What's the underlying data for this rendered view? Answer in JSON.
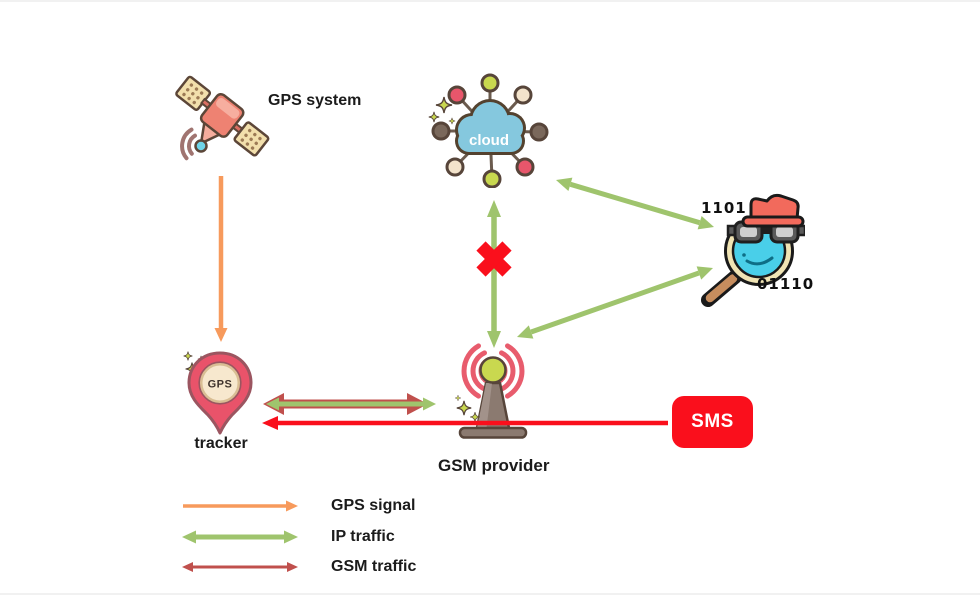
{
  "diagram": {
    "nodes": {
      "gps_system": {
        "label": "GPS system",
        "icon": "satellite-icon"
      },
      "cloud": {
        "label": "cloud",
        "icon": "cloud-network-icon"
      },
      "hacker": {
        "binary_top": "1101",
        "binary_bottom": "01110",
        "icon": "spy-magnifier-icon"
      },
      "tracker": {
        "label": "tracker",
        "pin_text": "GPS",
        "icon": "gps-pin-icon"
      },
      "gsm_provider": {
        "label": "GSM provider",
        "icon": "antenna-tower-icon"
      },
      "sms": {
        "label": "SMS"
      }
    },
    "edges": [
      {
        "from": "gps_system",
        "to": "tracker",
        "type": "GPS signal",
        "direction": "one-way"
      },
      {
        "from": "cloud",
        "to": "gsm_provider",
        "type": "IP traffic",
        "direction": "two-way",
        "blocked": true
      },
      {
        "from": "cloud",
        "to": "hacker",
        "type": "IP traffic",
        "direction": "two-way",
        "blocked": false
      },
      {
        "from": "gsm_provider",
        "to": "hacker",
        "type": "IP traffic",
        "direction": "two-way",
        "blocked": false
      },
      {
        "from": "gsm_provider",
        "to": "tracker",
        "type": "GSM traffic",
        "direction": "two-way",
        "blocked": false
      },
      {
        "from": "gsm_provider",
        "to": "tracker",
        "type": "IP traffic",
        "direction": "two-way",
        "blocked": false
      },
      {
        "from": "sms",
        "to": "tracker",
        "type": "SMS over GSM",
        "direction": "one-way"
      }
    ],
    "legend": {
      "items": [
        {
          "label": "GPS signal",
          "style": "orange-single-arrow"
        },
        {
          "label": "IP traffic",
          "style": "green-double-arrow"
        },
        {
          "label": "GSM traffic",
          "style": "darkred-double-arrow"
        }
      ]
    },
    "colors": {
      "gps_signal": "#F79A5C",
      "ip_traffic": "#9FC46D",
      "gsm_traffic": "#C0504D",
      "alert": "#FA0F1C",
      "sms_bg": "#FA0F1C",
      "sms_text": "#FFFFFF"
    }
  }
}
